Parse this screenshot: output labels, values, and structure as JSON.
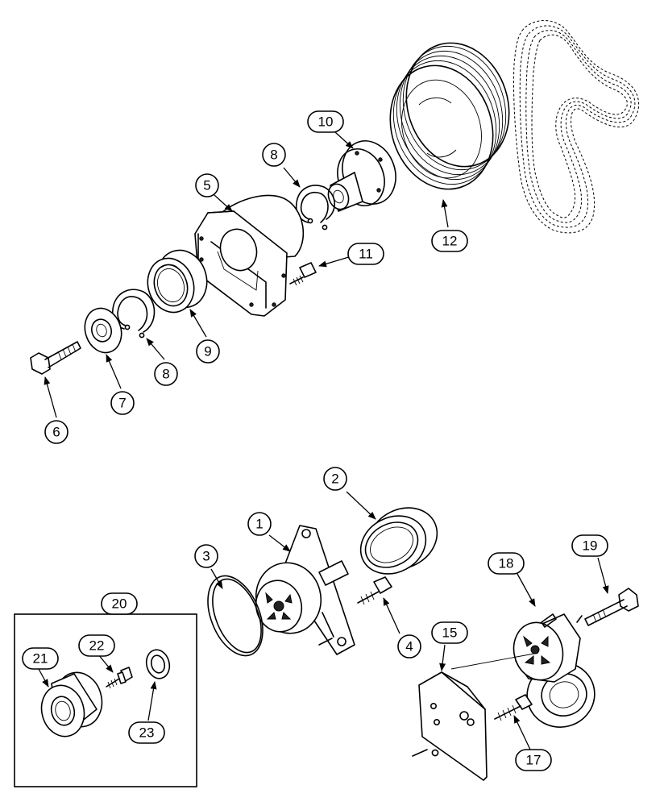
{
  "callouts": {
    "c1": "1",
    "c2": "2",
    "c3": "3",
    "c4": "4",
    "c5": "5",
    "c6": "6",
    "c7": "7",
    "c8a": "8",
    "c8b": "8",
    "c9": "9",
    "c10": "10",
    "c11": "11",
    "c12": "12",
    "c15": "15",
    "c17": "17",
    "c18": "18",
    "c19": "19",
    "c20": "20",
    "c21": "21",
    "c22": "22",
    "c23": "23"
  }
}
